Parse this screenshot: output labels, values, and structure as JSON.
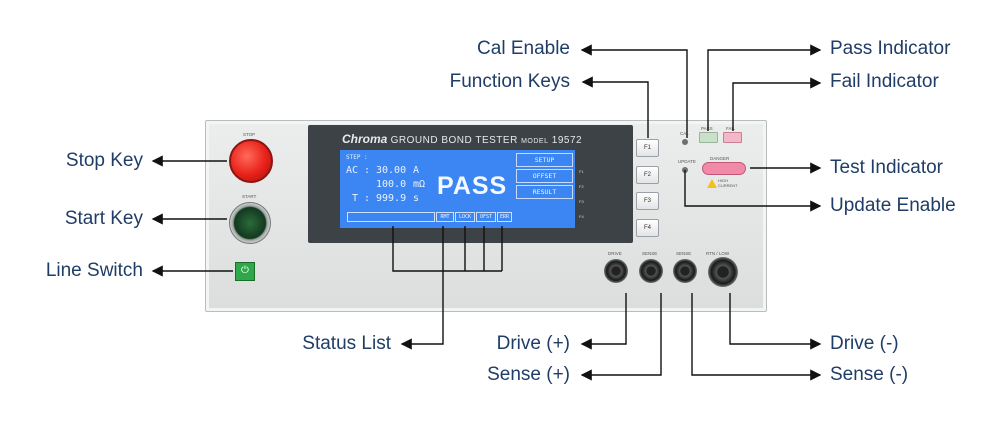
{
  "callouts": {
    "cal_enable": "Cal Enable",
    "function_keys": "Function Keys",
    "pass_indicator": "Pass Indicator",
    "fail_indicator": "Fail Indicator",
    "stop_key": "Stop Key",
    "start_key": "Start Key",
    "line_switch": "Line Switch",
    "test_indicator": "Test Indicator",
    "update_enable": "Update Enable",
    "status_list": "Status List",
    "drive_plus": "Drive (+)",
    "sense_plus": "Sense (+)",
    "drive_minus": "Drive (-)",
    "sense_minus": "Sense (-)"
  },
  "device": {
    "brand": "Chroma",
    "model_text": "GROUND BOND TESTER",
    "model_prefix": "MODEL",
    "model_number": "19572",
    "stop_label": "STOP",
    "start_label": "START",
    "line_switch_symbol": "⏻",
    "danger_label": "DANGER",
    "high_current_label": "HIGH CURRENT",
    "pass_label": "PASS",
    "fail_label": "FAIL",
    "cal_label": "CAL",
    "update_label": "UPDATE"
  },
  "display": {
    "step": "STEP :",
    "ac_label": "AC :",
    "current": "30.00",
    "current_unit": "A",
    "resistance": "100.0",
    "resistance_unit": "mΩ",
    "time_label": "T :",
    "time": "999.9",
    "time_unit": "s",
    "result": "PASS",
    "menu": [
      "SETUP",
      "OFFSET",
      "RESULT"
    ],
    "status": [
      "RMT",
      "LOCK",
      "OFST",
      "ERR"
    ],
    "f_labels": [
      "F1",
      "F2",
      "F3",
      "F4"
    ]
  },
  "function_keys": [
    "F1",
    "F2",
    "F3",
    "F4"
  ],
  "terminals": [
    "DRIVE",
    "SENSE",
    "SENSE",
    "RTN / LOW"
  ],
  "colors": {
    "callout_text": "#1f3d66",
    "lcd_background": "#3b86f2",
    "stop_red": "#e8211a",
    "switch_green": "#2fa84a",
    "danger_pink": "#f08aa8"
  }
}
